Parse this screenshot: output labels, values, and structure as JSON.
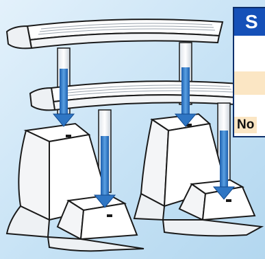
{
  "panel": {
    "header_text": "S",
    "footer_text": "No"
  },
  "colors": {
    "background": "#c6e2f5",
    "panel_header": "#1550b8",
    "panel_border": "#0d2f6b",
    "arrow": "#2f76c4",
    "accent_strip": "#fbe6c4",
    "step_fill": "#ffffff",
    "outline": "#1a1a1a"
  },
  "icons": [
    "down-arrow-icon",
    "step-tread",
    "riser-base"
  ]
}
